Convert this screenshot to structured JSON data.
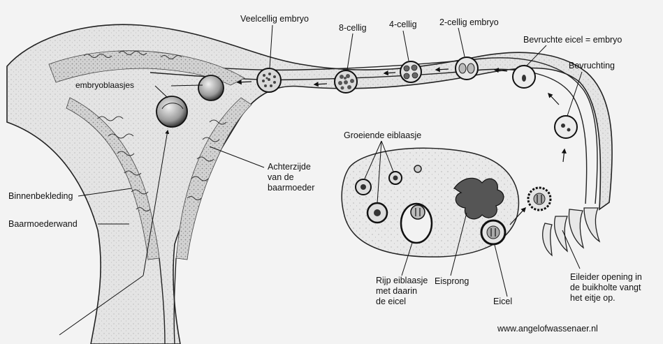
{
  "labels": {
    "veelcellig": "Veelcellig embryo",
    "acht_cellig": "8-cellig",
    "vier_cellig": "4-cellig",
    "twee_cellig": "2-cellig embryo",
    "bevruchte_eicel": "Bevruchte eicel = embryo",
    "bevruchting": "Bevruchting",
    "embryoblaasje": "embryoblaasjes",
    "groeiende": "Groeiende eiblaasje",
    "achterzijde_1": "Achterzijde",
    "achterzijde_2": "van de",
    "achterzijde_3": "baarmoeder",
    "binnenbekleding": "Binnenbekleding",
    "baarmoederwand": "Baarmoederwand",
    "rijp_1": "Rijp eiblaasje",
    "rijp_2": "met daarin",
    "rijp_3": "de eicel",
    "eisprong": "Eisprong",
    "eicel": "Eicel",
    "eileider_1": "Eileider opening in",
    "eileider_2": "de buikholte vangt",
    "eileider_3": "het eitje op."
  },
  "credit": "www.angelofwassenaer.nl",
  "colors": {
    "background": "#f3f3f3",
    "ink": "#111111",
    "tissue": "#c8c8c8",
    "tissue_dark": "#8a8a8a",
    "cell_fill": "#e6e6e6"
  }
}
